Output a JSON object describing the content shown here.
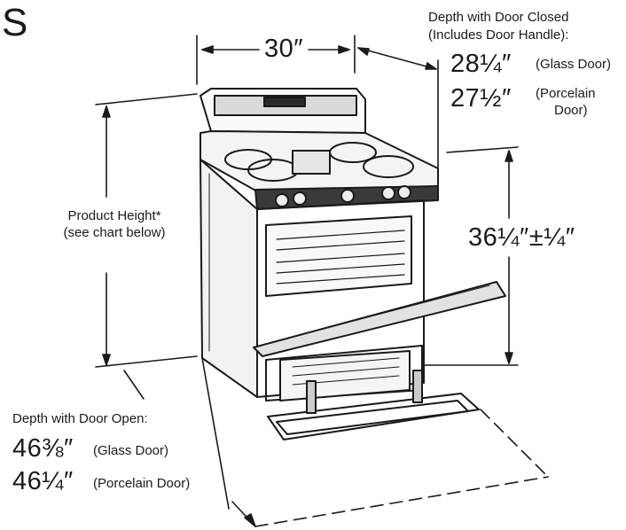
{
  "section_letter": "S",
  "width_dim": "30″",
  "depth_closed": {
    "title_line1": "Depth with Door Closed",
    "title_line2": "(Includes Door Handle):",
    "glass_value": "28¼″",
    "glass_label": "(Glass Door)",
    "porcelain_value": "27½″",
    "porcelain_label_line1": "(Porcelain",
    "porcelain_label_line2": "Door)"
  },
  "product_height": {
    "label_line1": "Product Height*",
    "label_line2": "(see chart below)"
  },
  "cooktop_height": "36¼″±¼″",
  "depth_open": {
    "title": "Depth with Door Open:",
    "glass_value": "46⅜″",
    "glass_label": "(Glass Door)",
    "porcelain_value": "46¼″",
    "porcelain_label": "(Porcelain Door)"
  }
}
